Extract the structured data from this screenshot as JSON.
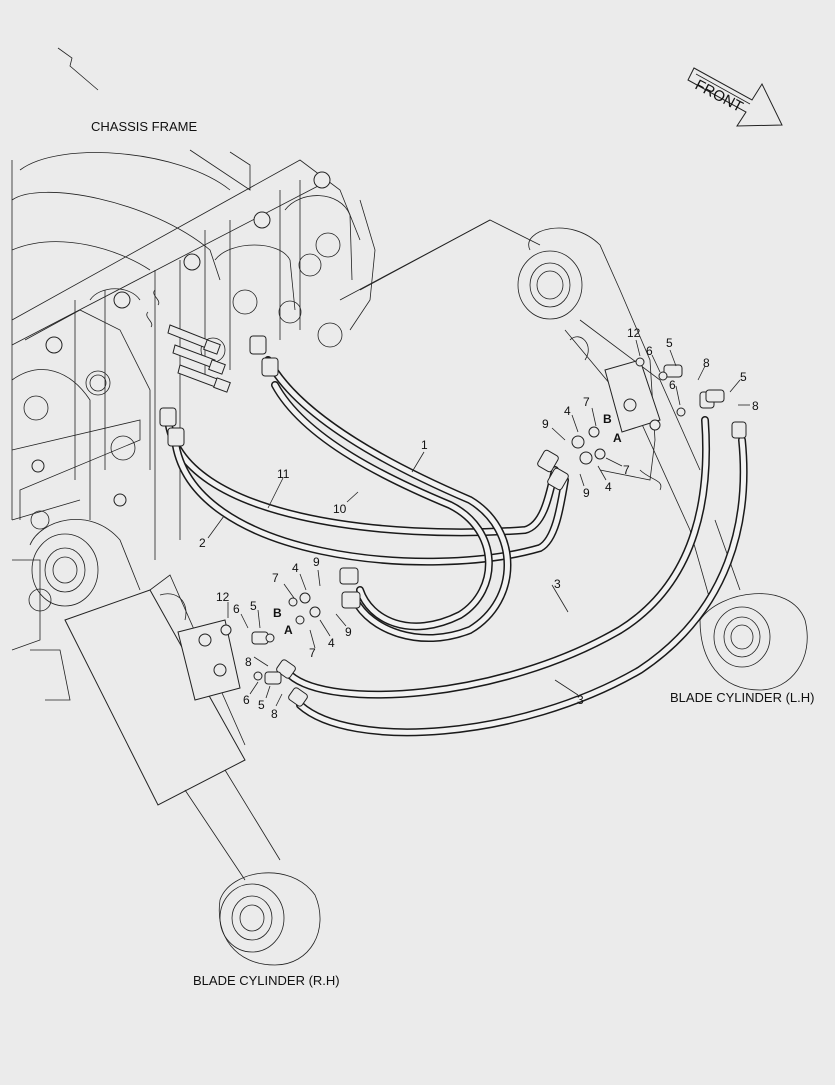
{
  "labels": {
    "chassis_frame": "CHASSIS FRAME",
    "front": "FRONT",
    "blade_cylinder_lh": "BLADE CYLINDER (L.H)",
    "blade_cylinder_rh": "BLADE CYLINDER (R.H)"
  },
  "ports": {
    "a": "A",
    "b": "B"
  },
  "callouts": {
    "c1": "1",
    "c2": "2",
    "c3a": "3",
    "c3b": "3",
    "c10": "10",
    "c11": "11",
    "lh_12": "12",
    "lh_6a": "6",
    "lh_5a": "5",
    "lh_8a": "8",
    "lh_7a": "7",
    "lh_6b": "6",
    "lh_5b": "5",
    "lh_8b": "8",
    "lh_9a": "9",
    "lh_4a": "4",
    "lh_7b": "7",
    "lh_4b": "4",
    "lh_9b": "9",
    "rh_7a": "7",
    "rh_4a": "4",
    "rh_9a": "9",
    "rh_12": "12",
    "rh_6a": "6",
    "rh_5a": "5",
    "rh_9b": "9",
    "rh_7b": "7",
    "rh_4b": "4",
    "rh_8a": "8",
    "rh_6b": "6",
    "rh_5b": "5",
    "rh_8b": "8"
  }
}
